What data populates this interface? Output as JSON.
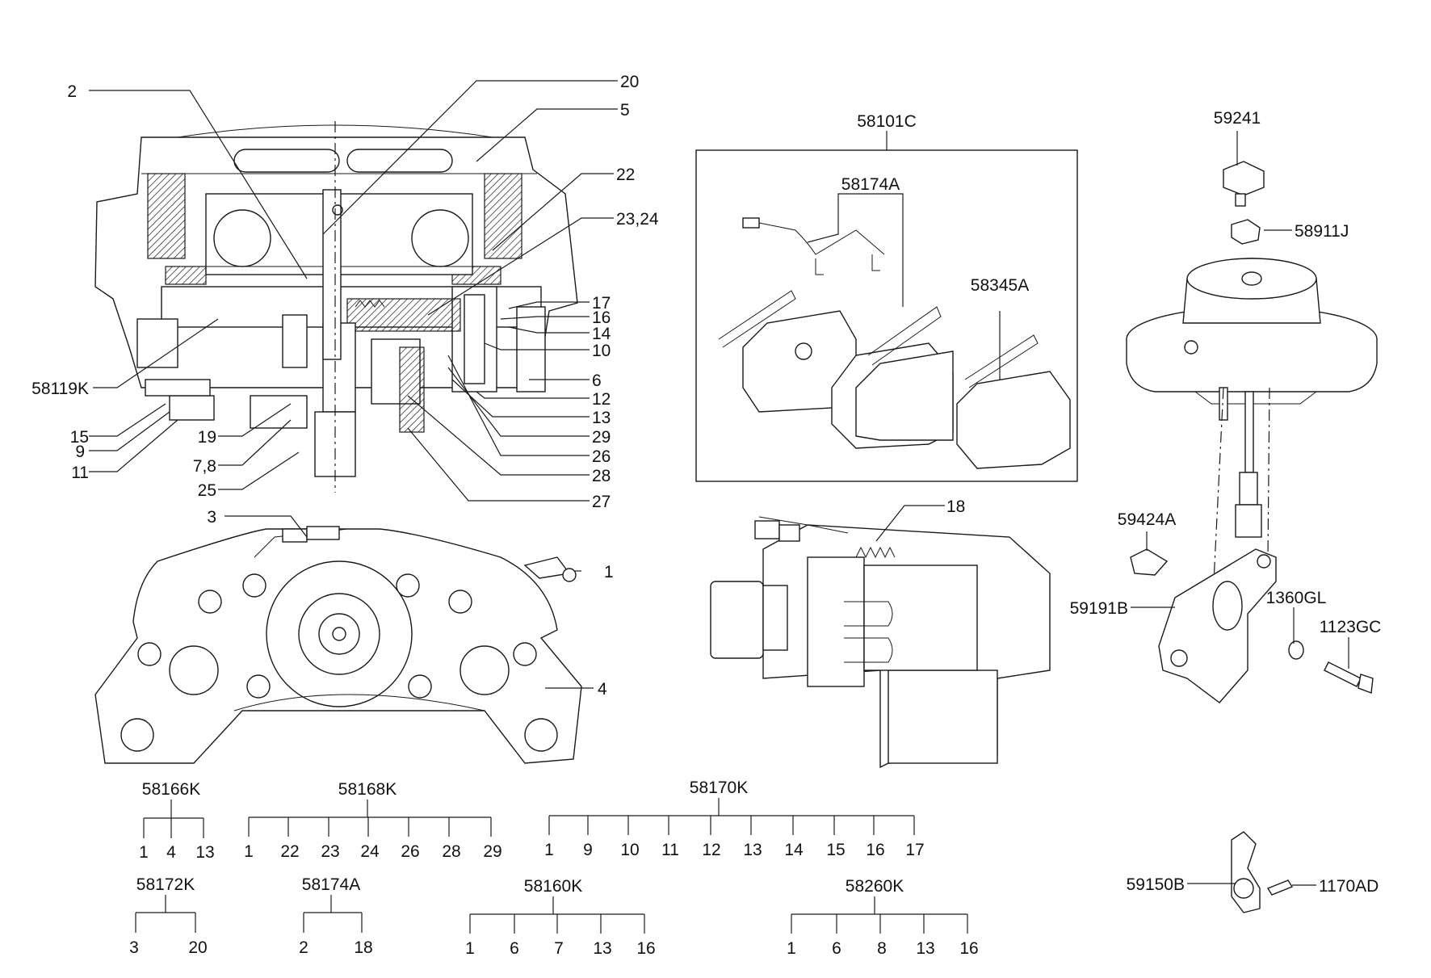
{
  "callouts": {
    "c2": "2",
    "c20": "20",
    "c5": "5",
    "c22": "22",
    "c2324": "23,24",
    "c17": "17",
    "c16": "16",
    "c14": "14",
    "c10": "10",
    "c6": "6",
    "c12": "12",
    "c13": "13",
    "c29": "29",
    "c26": "26",
    "c28": "28",
    "c27": "27",
    "c58119K": "58119K",
    "c15": "15",
    "c9": "9",
    "c11": "11",
    "c19": "19",
    "c78": "7,8",
    "c25": "25",
    "c3": "3",
    "c1": "1",
    "c4": "4",
    "c58101C": "58101C",
    "c58174A": "58174A",
    "c58345A": "58345A",
    "c18": "18",
    "c59241": "59241",
    "c58911J": "58911J",
    "c59424A": "59424A",
    "c59191B": "59191B",
    "c1360GL": "1360GL",
    "c1123GC": "1123GC",
    "c59150B": "59150B",
    "c1170AD": "1170AD"
  },
  "kits": [
    {
      "code": "58166K",
      "items": [
        "1",
        "4",
        "13"
      ]
    },
    {
      "code": "58168K",
      "items": [
        "1",
        "22",
        "23",
        "24",
        "26",
        "28",
        "29"
      ]
    },
    {
      "code": "58170K",
      "items": [
        "1",
        "9",
        "10",
        "11",
        "12",
        "13",
        "14",
        "15",
        "16",
        "17"
      ]
    },
    {
      "code": "58172K",
      "items": [
        "3",
        "20"
      ]
    },
    {
      "code": "58174A",
      "items": [
        "2",
        "18"
      ]
    },
    {
      "code": "58160K",
      "items": [
        "1",
        "6",
        "7",
        "13",
        "16"
      ]
    },
    {
      "code": "58260K",
      "items": [
        "1",
        "6",
        "8",
        "13",
        "16"
      ]
    }
  ]
}
